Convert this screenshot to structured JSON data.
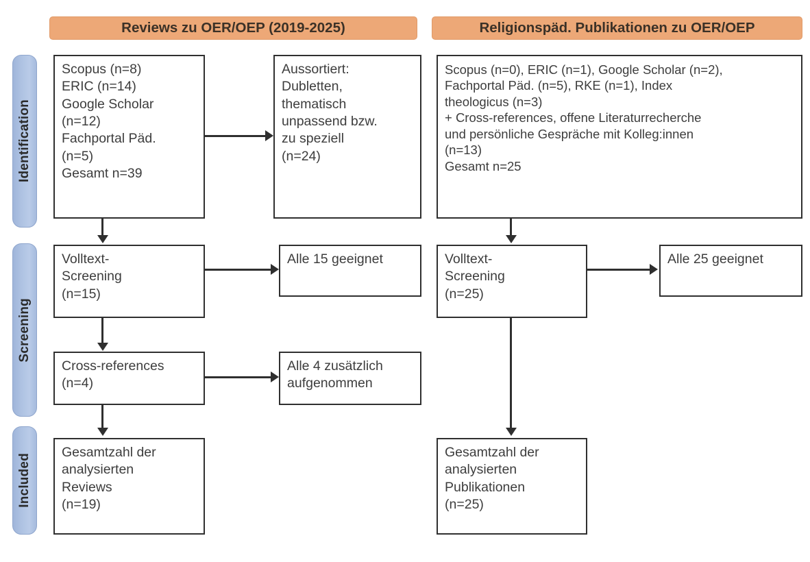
{
  "diagram": {
    "type": "prisma-flow-diagram",
    "colors": {
      "header_orange": "#EDA877",
      "stage_blue": "#AEC2E2",
      "box_border": "#2F2F2F",
      "text": "#3D3D3D",
      "background": "#FFFFFF"
    },
    "stages": [
      {
        "id": "identification",
        "label": "Identification"
      },
      {
        "id": "screening",
        "label": "Screening"
      },
      {
        "id": "included",
        "label": "Included"
      }
    ],
    "columns": [
      {
        "id": "reviews",
        "header": "Reviews zu OER/OEP (2019-2025)"
      },
      {
        "id": "publikationen",
        "header": "Religionspäd. Publikationen zu OER/OEP"
      }
    ],
    "nodes": {
      "left_identification": "Scopus (n=8)\nERIC (n=14)\nGoogle Scholar\n(n=12)\nFachportal Päd.\n(n=5)\nGesamt n=39",
      "left_excluded": "Aussortiert:\nDubletten,\nthematisch\nunpassend bzw.\nzu speziell\n(n=24)",
      "left_screening": "Volltext-\nScreening\n(n=15)",
      "left_screening_result": "Alle 15 geeignet",
      "left_crossrefs": "Cross-references\n(n=4)",
      "left_crossrefs_result": "Alle 4 zusätzlich\naufgenommen",
      "left_included": "Gesamtzahl der\nanalysierten\nReviews\n(n=19)",
      "right_identification": "Scopus (n=0), ERIC (n=1), Google Scholar (n=2),\nFachportal Päd. (n=5), RKE (n=1), Index\ntheologicus (n=3)\n+ Cross-references, offene Literaturrecherche\nund persönliche Gespräche mit Kolleg:innen\n(n=13)\nGesamt n=25",
      "right_screening": "Volltext-\nScreening\n(n=25)",
      "right_screening_result": "Alle 25 geeignet",
      "right_included": "Gesamtzahl der\nanalysierten\nPublikationen\n(n=25)"
    },
    "counts": {
      "left_scopus": 8,
      "left_eric": 14,
      "left_google_scholar": 12,
      "left_fachportal": 5,
      "left_total": 39,
      "left_excluded": 24,
      "left_fulltext_screening": 15,
      "left_crossrefs": 4,
      "left_included": 19,
      "right_scopus": 0,
      "right_eric": 1,
      "right_google_scholar": 2,
      "right_fachportal": 5,
      "right_rke": 1,
      "right_index_theologicus": 3,
      "right_additional": 13,
      "right_total": 25,
      "right_fulltext_screening": 25,
      "right_included": 25
    }
  }
}
